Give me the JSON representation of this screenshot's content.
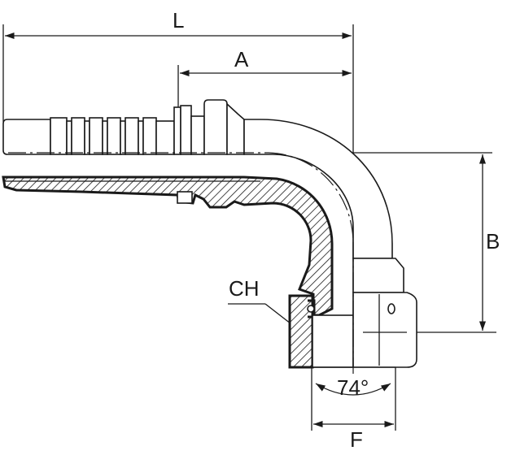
{
  "drawing": {
    "labels": {
      "L": "L",
      "A": "A",
      "B": "B",
      "CH": "CH",
      "F": "F",
      "angle": "74°"
    }
  }
}
